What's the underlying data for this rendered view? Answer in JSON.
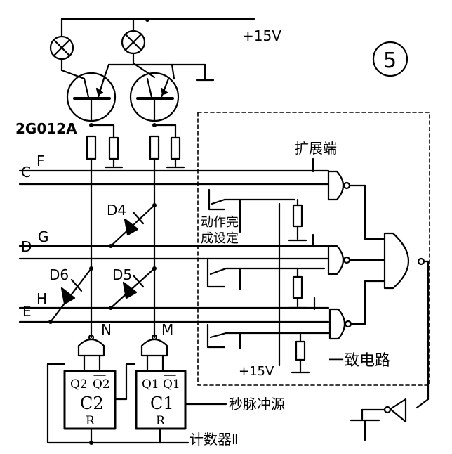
{
  "figure_number": "5",
  "supply_top": "+15V",
  "supply_bottom": "+15V",
  "transistor_label": "2G012A",
  "lines": {
    "c": "C",
    "d": "D",
    "e": "E",
    "f": "F",
    "g": "G",
    "h": "H"
  },
  "diodes": {
    "d4": "D4",
    "d5": "D5",
    "d6": "D6"
  },
  "nodes": {
    "n": "N",
    "m": "M"
  },
  "annotations": {
    "expansion_end": "扩展端",
    "action_done": "动作完",
    "set_done": "成设定",
    "coincidence": "一致电路",
    "pulse_source": "秒脉冲源",
    "counter": "计数器Ⅱ"
  },
  "counter2": {
    "q": "Q2",
    "qbar": "Q2",
    "name": "C2",
    "reset": "R"
  },
  "counter1": {
    "q": "Q1",
    "qbar": "Q1",
    "name": "C1",
    "reset": "R"
  },
  "colors": {
    "ink": "#000000",
    "paper": "#ffffff"
  }
}
